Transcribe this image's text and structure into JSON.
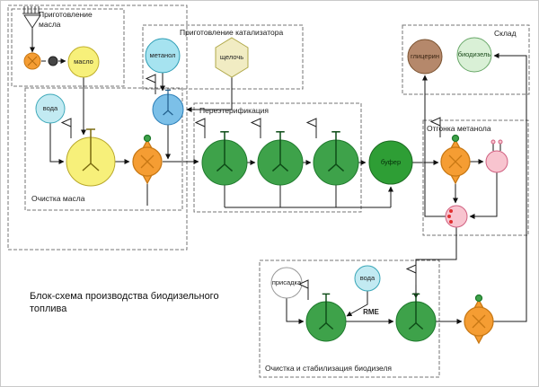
{
  "diagram": {
    "caption": "Блок-схема производства биодизельного топлива",
    "sections": {
      "oil_prep": "Приготовление масла",
      "catalyst_prep": "Приготовление катализатора",
      "oil_clean": "Очистка масла",
      "transesterification": "Переэтерификация",
      "methanol_distillation": "Отгонка метанола",
      "warehouse": "Склад",
      "biodiesel_clean": "Очистка и стабилизация биодизеля"
    },
    "nodes": {
      "oil": "масло",
      "water_top": "вода",
      "methanol": "метанол",
      "alkali": "щелочь",
      "glycerin": "глицерин",
      "biodiesel": "биодизель",
      "buffer": "буфер",
      "additive": "присадка",
      "water_bottom": "вода",
      "rme_stream": "RME"
    },
    "colors": {
      "oil_yellow": "#f7f07a",
      "water_cyan": "#c2eaf2",
      "methanol_cyan": "#a6e3f0",
      "mixer_blue": "#7cc0e8",
      "reactor_green": "#3ea24a",
      "buffer_green": "#2e9e35",
      "separator_orange": "#f59d33",
      "pink_vessel": "#f8c4cf",
      "glycerin_brown": "#b5886b",
      "biodiesel_green": "#d9f0d6",
      "alkali_beige": "#f1ecc3",
      "additive_white": "#ffffff"
    }
  }
}
